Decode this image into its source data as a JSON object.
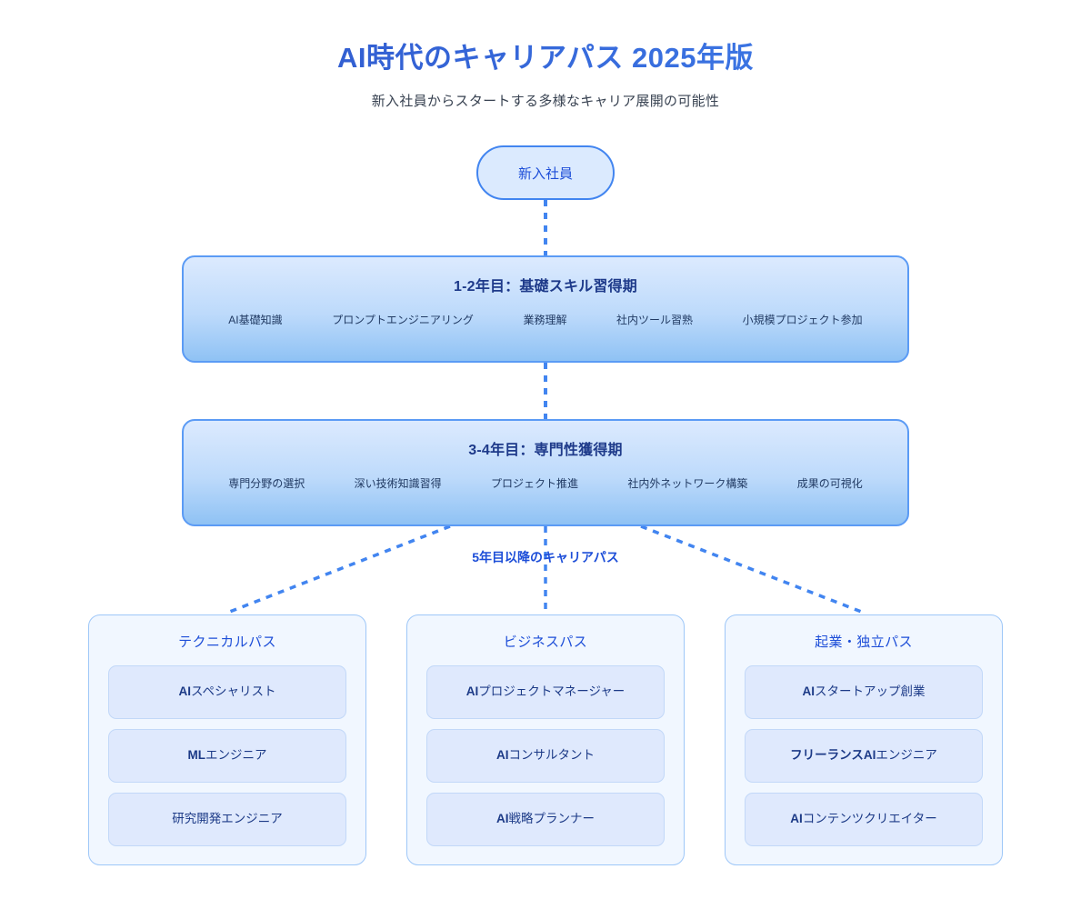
{
  "header": {
    "title": "AI時代のキャリアパス 2025年版",
    "subtitle": "新入社員からスタートする多様なキャリア展開の可能性"
  },
  "start_node": {
    "label": "新入社員"
  },
  "stages": [
    {
      "title": "1-2年目：基礎スキル習得期",
      "skills": [
        "AI基礎知識",
        "プロンプトエンジニアリング",
        "業務理解",
        "社内ツール習熟",
        "小規模プロジェクト参加"
      ]
    },
    {
      "title": "3-4年目：専門性獲得期",
      "skills": [
        "専門分野の選択",
        "深い技術知識習得",
        "プロジェクト推進",
        "社内外ネットワーク構築",
        "成果の可視化"
      ]
    }
  ],
  "branch_label": "5年目以降のキャリアパス",
  "paths": [
    {
      "title": "テクニカルパス",
      "roles": [
        {
          "emphasis": "AI",
          "rest": "スペシャリスト"
        },
        {
          "emphasis": "ML",
          "rest": "エンジニア"
        },
        {
          "emphasis": "",
          "rest": "研究開発エンジニア"
        }
      ]
    },
    {
      "title": "ビジネスパス",
      "roles": [
        {
          "emphasis": "AI",
          "rest": "プロジェクトマネージャー"
        },
        {
          "emphasis": "AI",
          "rest": "コンサルタント"
        },
        {
          "emphasis": "AI",
          "rest": "戦略プランナー"
        }
      ]
    },
    {
      "title": "起業・独立パス",
      "roles": [
        {
          "emphasis": "AI",
          "rest": "スタートアップ創業"
        },
        {
          "emphasis": "フリーランスAI",
          "rest": "エンジニア"
        },
        {
          "emphasis": "AI",
          "rest": "コンテンツクリエイター"
        }
      ]
    }
  ],
  "colors": {
    "title_gradient_start": "#2b4fc4",
    "title_gradient_end": "#4285f0",
    "accent_blue": "#4285f0",
    "deep_blue": "#1d4ed8",
    "stage_gradient_top": "#dceafe",
    "stage_gradient_bottom": "#8fc2f4",
    "card_fill": "#dfe9fd",
    "column_fill": "#f1f7ff",
    "connector": "#4285f0",
    "background": "#ffffff"
  },
  "connectors": {
    "style": "dotted",
    "segments": [
      {
        "name": "start-to-stage1",
        "kind": "vertical"
      },
      {
        "name": "stage1-to-stage2",
        "kind": "vertical"
      },
      {
        "name": "stage2-to-technical",
        "kind": "diagonal-left"
      },
      {
        "name": "stage2-to-business",
        "kind": "vertical"
      },
      {
        "name": "stage2-to-entrepreneur",
        "kind": "diagonal-right"
      }
    ]
  }
}
